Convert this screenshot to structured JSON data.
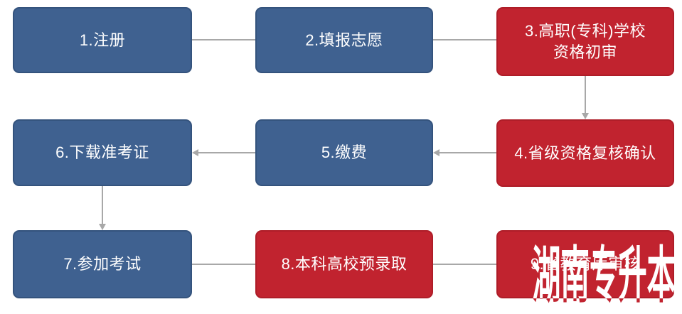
{
  "flowchart": {
    "steps": [
      {
        "num": "1",
        "label": "1.注册",
        "variant": "blue"
      },
      {
        "num": "2",
        "label": "2.填报志愿",
        "variant": "blue"
      },
      {
        "num": "3",
        "label": "3.高职(专科)学校\n资格初审",
        "variant": "red"
      },
      {
        "num": "4",
        "label": "4.省级资格复核确认",
        "variant": "red"
      },
      {
        "num": "5",
        "label": "5.缴费",
        "variant": "blue"
      },
      {
        "num": "6",
        "label": "6.下载准考证",
        "variant": "blue"
      },
      {
        "num": "7",
        "label": "7.参加考试",
        "variant": "blue"
      },
      {
        "num": "8",
        "label": "8.本科高校预录取",
        "variant": "red"
      },
      {
        "num": "9",
        "label": "9.省教育厅审核",
        "variant": "red",
        "partially_hidden_by_watermark": true
      }
    ],
    "edges": [
      {
        "from": "1",
        "to": "2",
        "direction": "right"
      },
      {
        "from": "2",
        "to": "3",
        "direction": "right"
      },
      {
        "from": "3",
        "to": "4",
        "direction": "down"
      },
      {
        "from": "4",
        "to": "5",
        "direction": "left"
      },
      {
        "from": "5",
        "to": "6",
        "direction": "left"
      },
      {
        "from": "6",
        "to": "7",
        "direction": "down"
      },
      {
        "from": "7",
        "to": "8",
        "direction": "right"
      },
      {
        "from": "8",
        "to": "9",
        "direction": "right"
      }
    ],
    "colors": {
      "step_blue": "#3f6190",
      "step_red": "#c1232f",
      "arrow": "#a8a8a8",
      "label_text": "#ffffff",
      "background": "#ffffff"
    }
  },
  "watermark": {
    "text": "湖南专升本",
    "color_on_box": "#ffffff",
    "color_on_background": "#c1232f"
  }
}
